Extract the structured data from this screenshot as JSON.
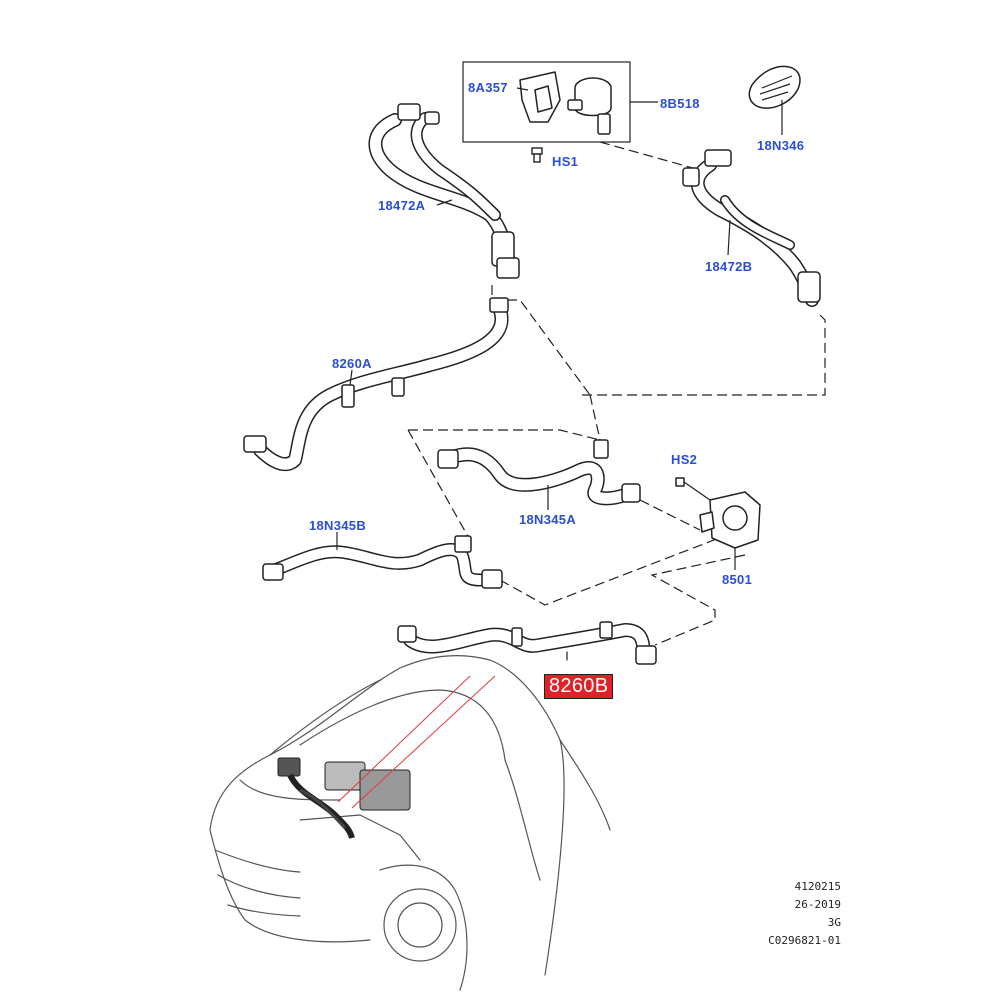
{
  "colors": {
    "label_blue": "#2a4fd6",
    "highlight_red": "#e3202a",
    "line": "#222222",
    "callout_red": "#e33a3a"
  },
  "labels": {
    "p8A357": "8A357",
    "p8B518": "8B518",
    "p18N346": "18N346",
    "pHS1": "HS1",
    "p18472A": "18472A",
    "p18472B": "18472B",
    "p8260A": "8260A",
    "pHS2": "HS2",
    "p18N345A": "18N345A",
    "p18N345B": "18N345B",
    "p8501": "8501",
    "p8260B": "8260B"
  },
  "reference": {
    "line1": "4120215",
    "line2": "26-2019",
    "line3": "3G",
    "line4": "C0296821-01"
  },
  "icons": {
    "vehicle": "car-outline-icon",
    "hose": "coolant-hose-icon",
    "pump": "water-pump-icon"
  }
}
